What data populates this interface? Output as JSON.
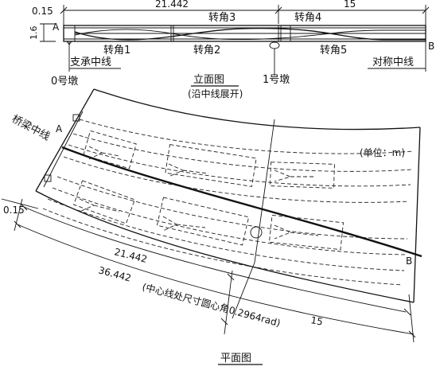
{
  "elevation": {
    "dim_overhang": "0.15",
    "dim_span1": "21.442",
    "dim_span2": "15",
    "dim_height": "1.6",
    "point_a": "A",
    "point_b": "B",
    "turn1": "转角1",
    "turn2": "转角2",
    "turn3": "转角3",
    "turn4": "转角4",
    "turn5": "转角5",
    "support_centerline": "支承中线",
    "symmetry_centerline": "对称中线",
    "pier0": "0号墩",
    "pier1": "1号墩",
    "title": "立面图",
    "subtitle": "(沿中线展开)"
  },
  "plan": {
    "bridge_centerline": "桥梁中线",
    "unit": "(单位：m)",
    "point_a": "A",
    "point_b": "B",
    "dim_overhang": "0.15",
    "dim_span1": "21.442",
    "dim_total": "36.442",
    "dim_span2": "15",
    "note": "(中心线处尺寸圆心角0.2964rad)",
    "title": "平面图"
  }
}
